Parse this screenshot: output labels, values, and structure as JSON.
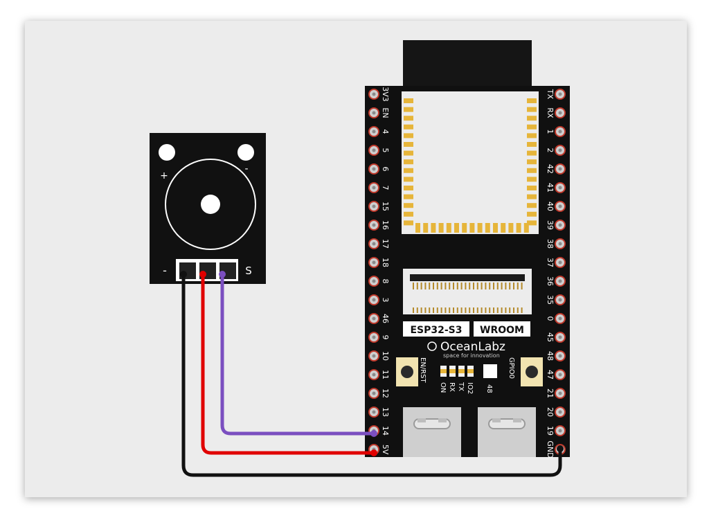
{
  "buzzer": {
    "plus_label": "+",
    "minus_top_label": "-",
    "minus_label": "-",
    "signal_label": "S"
  },
  "board": {
    "module_label": "ESP32-S3",
    "wroom_label": "WROOM",
    "brand": "OceanLabz",
    "tagline": "space for innovation",
    "en_rst_label": "EN/RST",
    "gpio0_label": "GPIO0",
    "led_labels": [
      "ON",
      "RX",
      "TX",
      "IO2"
    ],
    "rgb_label": "48",
    "left_pins": [
      "3V3",
      "EN",
      "4",
      "5",
      "6",
      "7",
      "15",
      "16",
      "17",
      "18",
      "8",
      "3",
      "46",
      "9",
      "10",
      "11",
      "12",
      "13",
      "14",
      "5V"
    ],
    "right_pins": [
      "TX",
      "RX",
      "1",
      "2",
      "42",
      "41",
      "40",
      "39",
      "38",
      "37",
      "36",
      "35",
      "0",
      "45",
      "48",
      "47",
      "21",
      "20",
      "19",
      "GND"
    ]
  },
  "wires": [
    {
      "from": "buzzer -",
      "to": "GND",
      "color": "#111111"
    },
    {
      "from": "buzzer +",
      "to": "5V",
      "color": "#e00000"
    },
    {
      "from": "buzzer S",
      "to": "14",
      "color": "#7b4fc0"
    }
  ],
  "colors": {
    "background": "#ececec",
    "board": "#101010",
    "pads": "#e6b53a",
    "pin_ring": "#c0392b"
  }
}
